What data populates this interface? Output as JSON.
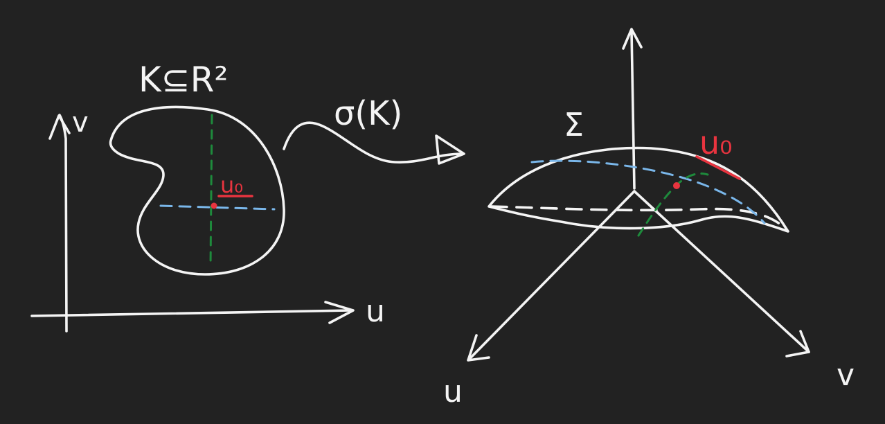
{
  "left_diagram": {
    "domain_label": "K⊆R²",
    "axis_u_label": "u",
    "axis_v_label": "v",
    "point_label": "u₀"
  },
  "map_label": "σ(K)",
  "right_diagram": {
    "surface_label": "Σ",
    "axis_u_label": "u",
    "axis_v_label": "v",
    "point_label": "u₀"
  },
  "colors": {
    "background": "#222222",
    "ink": "#f4f4f4",
    "highlight": "#e8343f",
    "u_curve": "#7ab7ea",
    "v_curve": "#1e8a3c"
  }
}
